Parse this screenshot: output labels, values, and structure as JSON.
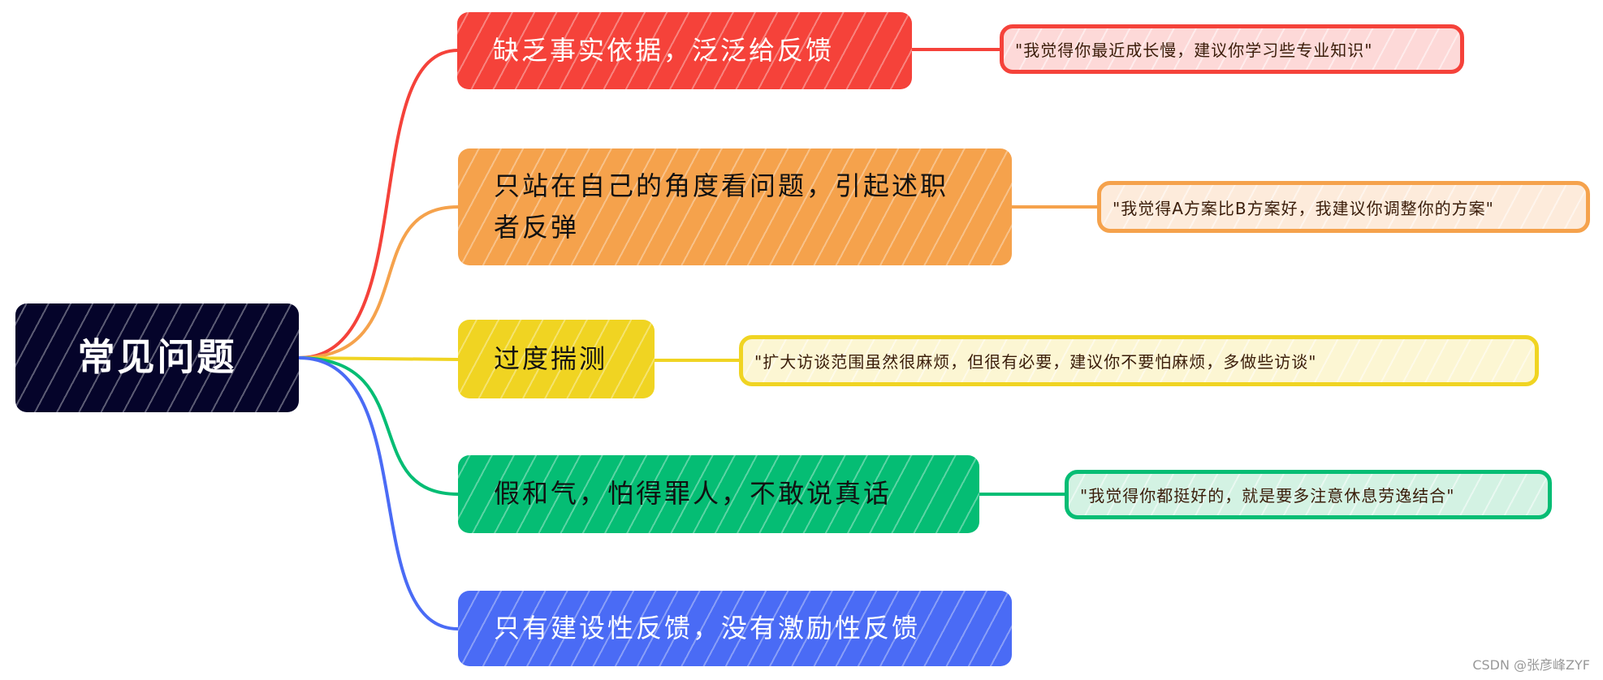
{
  "root": {
    "label": "常见问题",
    "color": "#05042a"
  },
  "branches": [
    {
      "label": "缺乏事实依据，泛泛给反馈",
      "color": "#f5423a",
      "quote": "\"我觉得你最近成长慢，建议你学习些专业知识\"",
      "quote_bg": "#fdd9d8"
    },
    {
      "label": "只站在自己的角度看问题，引起述职者反弹",
      "color": "#f5a24c",
      "quote": "\"我觉得A方案比B方案好，我建议你调整你的方案\"",
      "quote_bg": "#fdebdb"
    },
    {
      "label": "过度揣测",
      "color": "#f0d422",
      "quote": "\"扩大访谈范围虽然很麻烦，但很有必要，建议你不要怕麻烦，多做些访谈\"",
      "quote_bg": "#fcf6d3"
    },
    {
      "label": "假和气，怕得罪人，不敢说真话",
      "color": "#05bd74",
      "quote": "\"我觉得你都挺好的，就是要多注意休息劳逸结合\"",
      "quote_bg": "#d3f2e3"
    },
    {
      "label": "只有建设性反馈，没有激励性反馈",
      "color": "#4a6bf5"
    }
  ],
  "watermark": "CSDN @张彦峰ZYF"
}
